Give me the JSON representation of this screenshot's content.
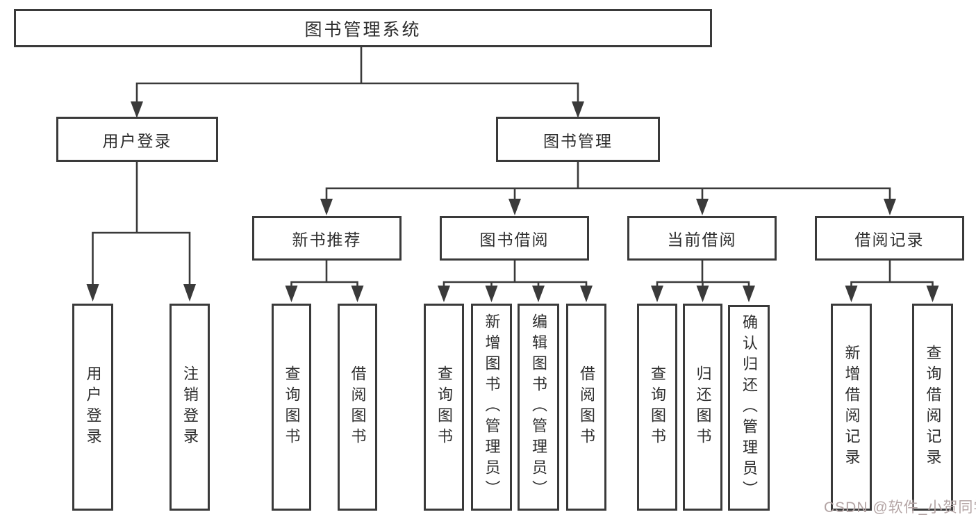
{
  "diagram": {
    "root": {
      "label": "图书管理系统"
    },
    "level2": [
      {
        "label": "用户登录"
      },
      {
        "label": "图书管理"
      }
    ],
    "level3": [
      {
        "label": "新书推荐"
      },
      {
        "label": "图书借阅"
      },
      {
        "label": "当前借阅"
      },
      {
        "label": "借阅记录"
      }
    ],
    "leaves": {
      "user_login_group": [
        {
          "label": "用户登录"
        },
        {
          "label": "注销登录"
        }
      ],
      "new_book_group": [
        {
          "label": "查询图书"
        },
        {
          "label": "借阅图书"
        }
      ],
      "book_borrow_group": [
        {
          "label": "查询图书"
        },
        {
          "label": "新增图书（管理员）"
        },
        {
          "label": "编辑图书（管理员）"
        },
        {
          "label": "借阅图书"
        }
      ],
      "current_borrow_group": [
        {
          "label": "查询图书"
        },
        {
          "label": "归还图书"
        },
        {
          "label": "确认归还（管理员）"
        }
      ],
      "borrow_record_group": [
        {
          "label": "新增借阅记录"
        },
        {
          "label": "查询借阅记录"
        }
      ]
    },
    "watermark": "CSDN @软件_小贺同学",
    "colors": {
      "line": "#3a3a3a",
      "box_border": "#3a3a3a",
      "text": "#2d2d2d",
      "watermark": "#b3a4a4",
      "background": "#ffffff"
    }
  }
}
